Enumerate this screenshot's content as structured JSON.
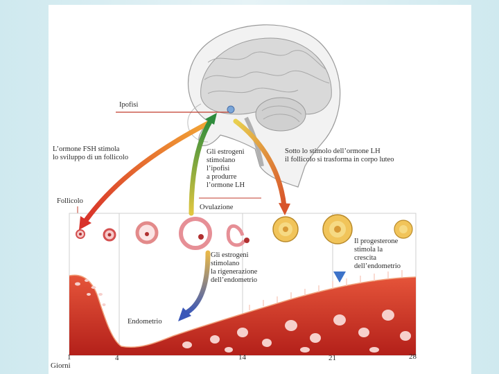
{
  "labels": {
    "ipofisi": "Ipofisi",
    "fsh": "L’ormone FSH stimola\nlo sviluppo di un follicolo",
    "estrogeni_lh": "Gli estrogeni\nstimolano\nl’ipofisi\na produrre\nl’ormone LH",
    "lh": "Sotto lo stimolo dell’ormone LH\nil follicolo si trasforma in corpo luteo",
    "follicolo": "Follicolo",
    "ovulazione": "Ovulazione",
    "progesterone": "Il progesterone\nstimola la\ncrescita\ndell’endometrio",
    "estrogeni_endometrio": "Gli estrogeni\nstimolano\nla rigenerazione\ndell’endometrio",
    "endometrio": "Endometrio",
    "giorni": "Giorni"
  },
  "days": [
    "1",
    "4",
    "14",
    "21",
    "28"
  ],
  "colors": {
    "arrow_fsh": "#d63b2a",
    "arrow_estrogen_lh": "#6fa341",
    "arrow_lh": "#e39a2c",
    "arrow_estrogen_endometrium": "#4f6fc4",
    "arrow_progesterone": "#6a9ad8",
    "endometrium": "#c9341f",
    "brain": "#d8d8d8"
  }
}
